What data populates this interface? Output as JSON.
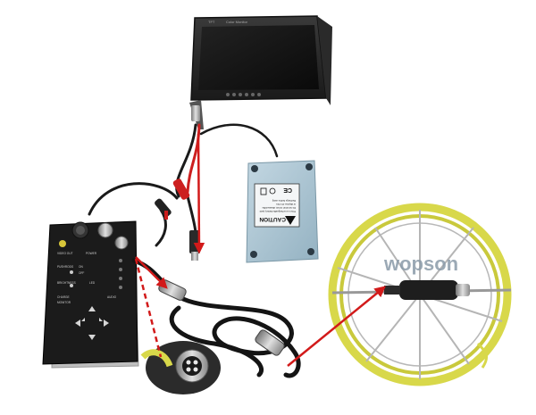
{
  "monitor": {
    "brand_label": "TFT",
    "model_label": "Color Monitor"
  },
  "battery_box": {
    "caution_title": "CAUTION",
    "warning_lines": [
      "This is a rechargeable battery pack",
      "Do not short circuit, disassemble",
      "or dispose of in fire",
      "Recharge before using"
    ],
    "mark_ce": "CE"
  },
  "control_box": {
    "labels": [
      "VIDEO OUT",
      "POWER",
      "PUSHRODS",
      "ON",
      "OFF",
      "BRIGHTNESS",
      "LED",
      "CHARGE",
      "MONITOR",
      "AUDIO"
    ]
  },
  "reel": {
    "watermark": "wopson"
  },
  "colors": {
    "cable_red": "#cc1f1f",
    "arrow_red": "#d21a1a",
    "reel_yellow": "#d8d84a",
    "box_black": "#1b1b1b",
    "battery_blue": "#a9c3d1"
  }
}
